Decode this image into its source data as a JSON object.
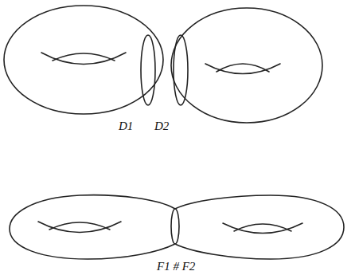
{
  "diagram": {
    "labels": [
      "D1",
      "D2",
      "F1 # F2"
    ]
  }
}
